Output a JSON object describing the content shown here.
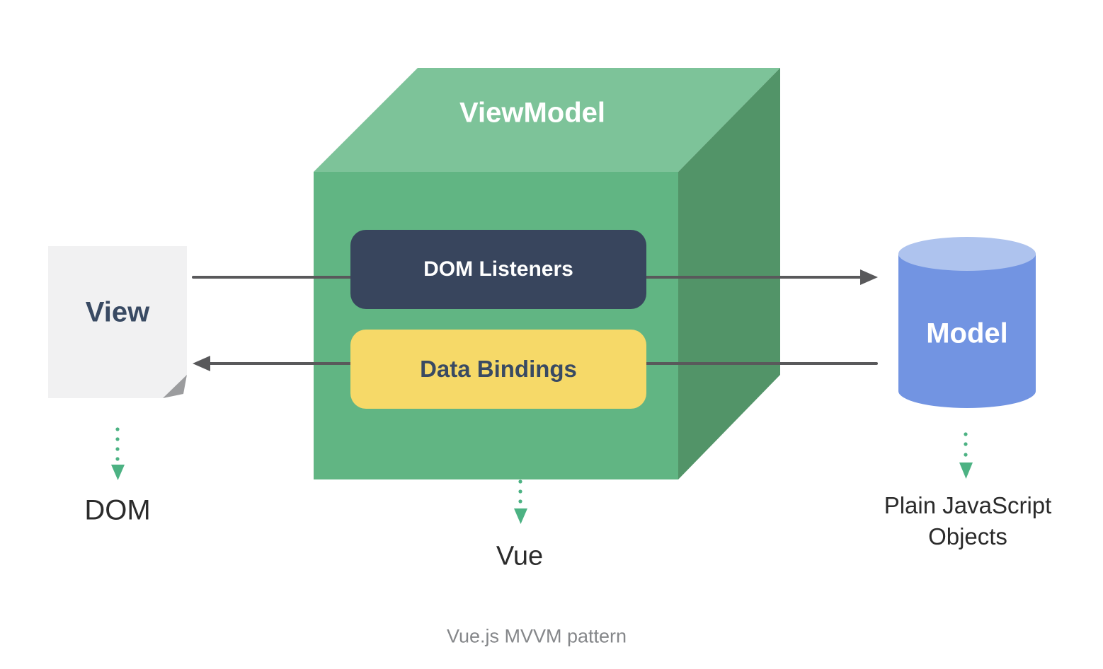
{
  "page": {
    "caption": "Vue.js MVVM pattern",
    "background": "#ffffff"
  },
  "diagram": {
    "view": {
      "label": "View",
      "arrow_target_label": "DOM"
    },
    "viewmodel": {
      "label": "ViewModel",
      "dom_listeners_label": "DOM Listeners",
      "data_bindings_label": "Data Bindings",
      "arrow_target_label": "Vue"
    },
    "model": {
      "label": "Model",
      "arrow_target_label": "Plain JavaScript Objects"
    },
    "colors": {
      "cube_front": "#61b583",
      "cube_top": "#7dc399",
      "cube_side": "#529468",
      "dom_listeners_bg": "#38455d",
      "dom_listeners_text": "#ffffff",
      "data_bindings_bg": "#f6d968",
      "data_bindings_text": "#394a63",
      "view_paper": "#f1f1f2",
      "view_paper_fold": "#9b9c9e",
      "view_text": "#394a63",
      "model_body": "#7294e2",
      "model_top": "#aec3ee",
      "model_text": "#ffffff",
      "flow_arrow": "#59595b",
      "dotted_arrow": "#4cb283",
      "plain_label_text": "#2b2b2b",
      "caption_text": "#85878a"
    }
  }
}
